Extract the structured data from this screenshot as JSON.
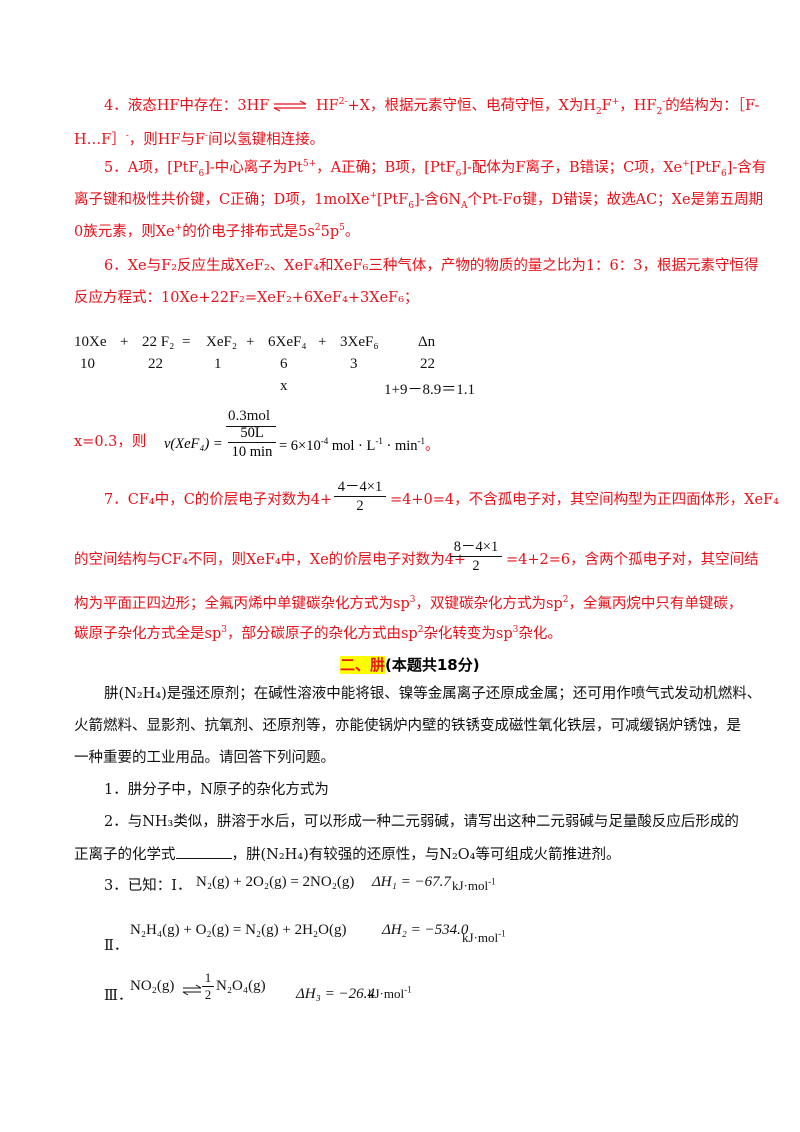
{
  "item4": {
    "line1_a": "4．液态HF中存在：3HF",
    "line1_b": " HF",
    "line1_b_sup": "2-",
    "line1_c": "+X，根据元素守恒、电荷守恒，X为H",
    "line1_c_sub": "2",
    "line1_d": "F",
    "line1_d_sup": "+",
    "line1_e": "，HF",
    "line1_e_sub": "2",
    "line1_e_sup": "-",
    "line1_f": "的结构为：［F-",
    "line2": "H…F］",
    "line2_sup": "-",
    "line2_b": "，则HF与F",
    "line2_b_sup": "-",
    "line2_c": "间以氢键相连接。"
  },
  "item5": {
    "l1_a": "5．A项，[PtF",
    "l1_a_sub": "6",
    "l1_a_sup": "]-",
    "l1_b": "中心离子为Pt",
    "l1_b_sup": "5+",
    "l1_c": "，A正确；B项，[PtF",
    "l1_c_sub": "6",
    "l1_c_sup": "]-",
    "l1_d": "配体为F离子，B错误；C项，Xe",
    "l1_d_sup": "+",
    "l1_e": "[PtF",
    "l1_e_sub": "6",
    "l1_e_sup": "]-",
    "l1_f": "含有",
    "l2_a": "离子键和极性共价键，C正确；D项，1molXe",
    "l2_a_sup": "+",
    "l2_b": "[PtF",
    "l2_b_sub": "6",
    "l2_b_sup": "]-",
    "l2_c": "含6N",
    "l2_c_sub": "A",
    "l2_d": "个Pt-Fσ键，D错误；故选AC；Xe是第五周期",
    "l3_a": "0族元素，则Xe",
    "l3_a_sup": "+",
    "l3_b": "的价电子排布式是5s",
    "l3_b_sup": "2",
    "l3_c": "5p",
    "l3_c_sup": "5",
    "l3_d": "。"
  },
  "item6": {
    "l1": "6．Xe与F₂反应生成XeF₂、XeF₄和XeF₆三种气体，产物的物质的量之比为1：6：3，根据元素守恒得",
    "l2": "反应方程式：10Xe+22F₂=XeF₂+6XeF₄+3XeF₆；"
  },
  "table": {
    "row1": [
      "10Xe",
      "+",
      "22 F₂",
      "=",
      "XeF₂",
      "+",
      "6XeF₄",
      "+",
      "3XeF₆",
      "Δn"
    ],
    "row2": [
      "10",
      "22",
      "1",
      "6",
      "3",
      "22"
    ],
    "row3": [
      "x",
      "1+9－8.9＝1.1"
    ]
  },
  "rate": {
    "prefix": "x=0.3，则",
    "v_label": "v(XeF₄) =",
    "top_num": "0.3mol",
    "mid_num": "50L",
    "den": "10 min",
    "result": "= 6×10",
    "result_sup": "-4",
    "unit": " mol · L",
    "unit_sup1": "-1",
    "unit_b": " · min",
    "unit_sup2": "-1",
    "end": "。"
  },
  "item7": {
    "l1_a": "7．CF₄中，C的价层电子对数为4+",
    "frac1_num": "4－4×1",
    "frac1_den": "2",
    "l1_b": "=4+0=4，不含孤电子对，其空间构型为正四面体形，XeF₄",
    "l2_a": "的空间结构与CF₄不同，则XeF₄中，Xe的价层电子对数为4+",
    "frac2_num": "8－4×1",
    "frac2_den": "2",
    "l2_b": "=4+2=6，含两个孤电子对，其空间结",
    "l3_a": "构为平面正四边形；全氟丙烯中单键碳杂化方式为sp",
    "l3_a_sup": "3",
    "l3_b": "，双键碳杂化方式为sp",
    "l3_b_sup": "2",
    "l3_c": "，全氟丙烷中只有单键碳，",
    "l4_a": "碳原子杂化方式全是sp",
    "l4_a_sup": "3",
    "l4_b": "，部分碳原子的杂化方式由sp",
    "l4_b_sup": "2",
    "l4_c": "杂化转变为sp",
    "l4_c_sup": "3",
    "l4_d": "杂化。"
  },
  "section": {
    "title_hl": "二、肼",
    "title_rest": "(本题共18分)"
  },
  "intro": {
    "l1": "肼(N₂H₄)是强还原剂；在碱性溶液中能将银、镍等金属离子还原成金属；还可用作喷气式发动机燃料、",
    "l2": "火箭燃料、显影剂、抗氧剂、还原剂等，亦能使锅炉内壁的铁锈变成磁性氧化铁层，可减缓锅炉锈蚀，是",
    "l3": "一种重要的工业用品。请回答下列问题。"
  },
  "q1": "1．肼分子中，N原子的杂化方式为",
  "q2": {
    "l1": "2．与NH₃类似，肼溶于水后，可以形成一种二元弱碱，请写出这种二元弱碱与足量酸反应后形成的",
    "l2_a": "正离子的化学式",
    "l2_b": "，肼(N₂H₄)有较强的还原性，与N₂O₄等可组成火箭推进剂。"
  },
  "q3": {
    "intro": "3．已知：Ⅰ．",
    "eq1": "N₂(g) + 2O₂(g) = 2NO₂(g)",
    "dh1_label": "ΔH₁ = −67.7",
    "dh1_unit": "kJ·mol",
    "dh1_unit_sup": "-1",
    "label2": "Ⅱ．",
    "eq2": "N₂H₄(g) + O₂(g) = N₂(g) + 2H₂O(g)",
    "dh2_label": "ΔH₂ = −534.0",
    "dh2_unit": "kJ·mol",
    "dh2_unit_sup": "-1",
    "label3": "Ⅲ．",
    "eq3_a": "NO₂(g)",
    "eq3_frac_num": "1",
    "eq3_frac_den": "2",
    "eq3_b": "N₂O₄(g)",
    "dh3_label": "ΔH₃ = −26.4",
    "dh3_unit": "kJ·mol",
    "dh3_unit_sup": "-1"
  }
}
